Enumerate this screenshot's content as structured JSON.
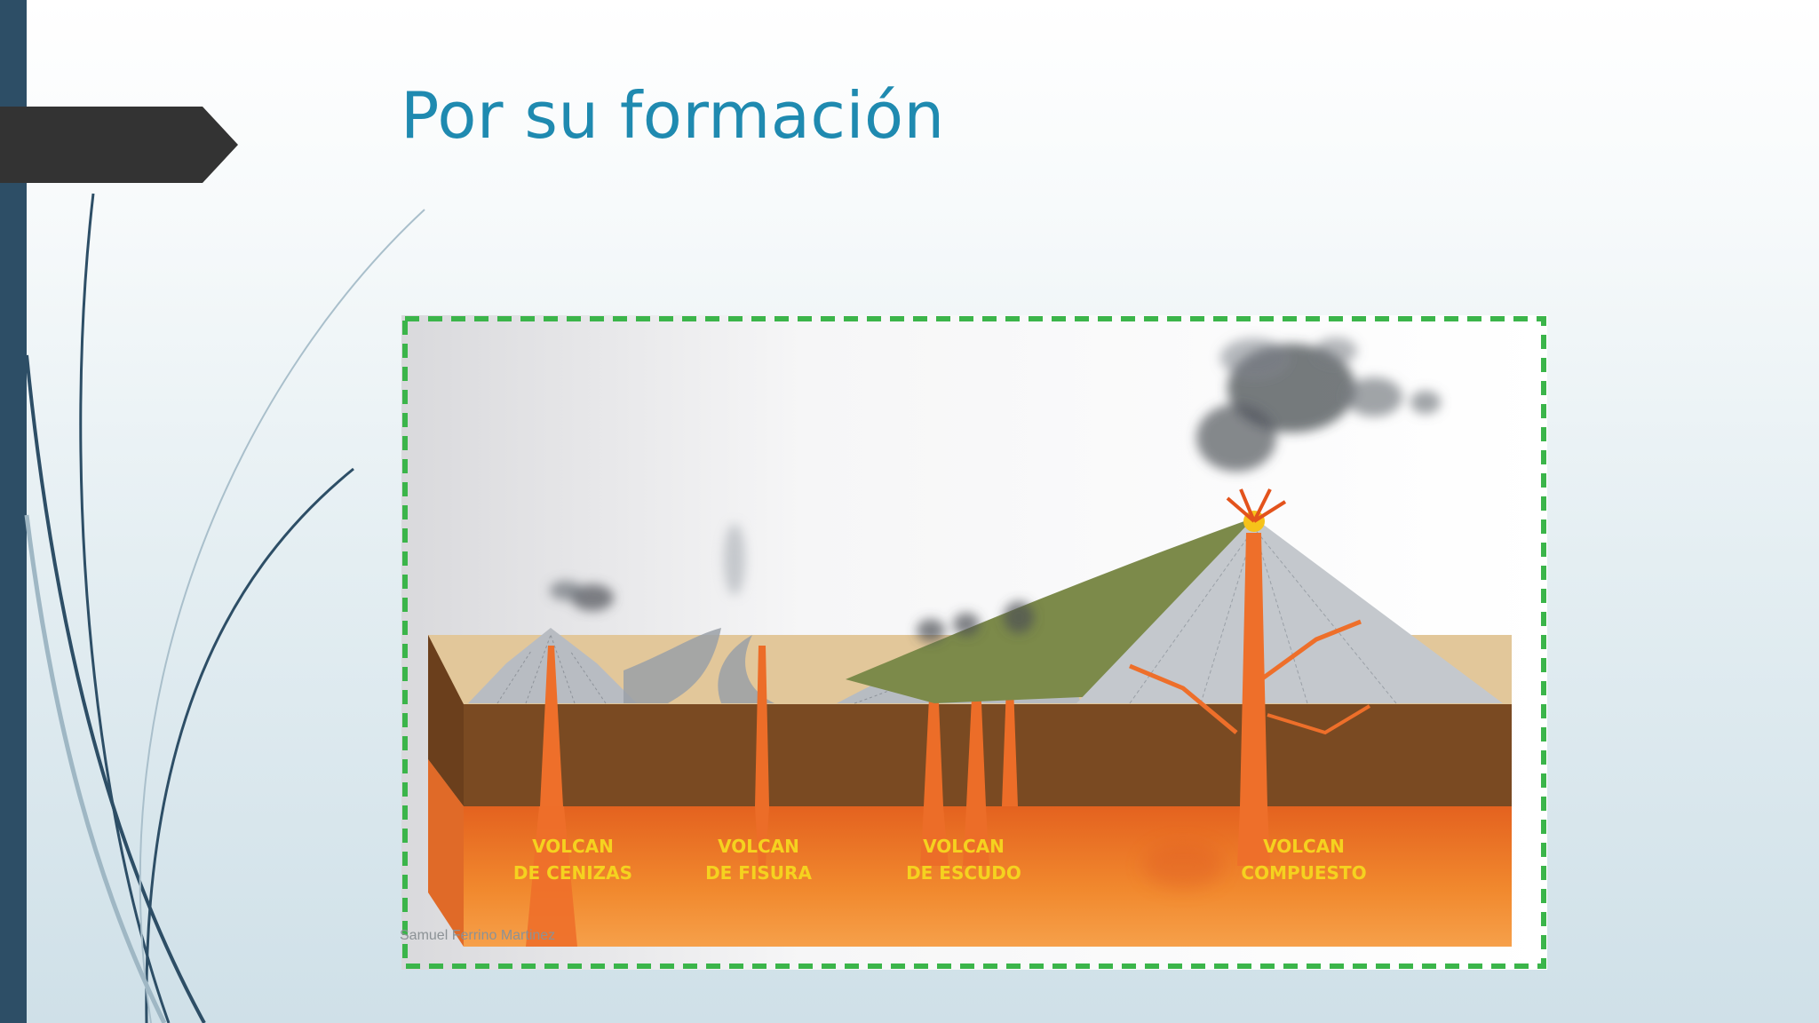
{
  "slide": {
    "title": "Por su formación",
    "footer": "Samuel Ferrino Martinez"
  },
  "figure": {
    "labels": [
      {
        "line1": "VOLCAN",
        "line2": "DE CENIZAS"
      },
      {
        "line1": "VOLCAN",
        "line2": "DE FISURA"
      },
      {
        "line1": "VOLCAN",
        "line2": "DE ESCUDO"
      },
      {
        "line1": "VOLCAN",
        "line2": "COMPUESTO"
      }
    ]
  },
  "colors": {
    "title": "#1f8ab0",
    "accent_bar": "#2d4e66",
    "arrow": "#333333",
    "frame": "#3bb54a",
    "label": "#f5d21f",
    "crust": "#7a4a22",
    "magma": "#ef7a2a"
  }
}
